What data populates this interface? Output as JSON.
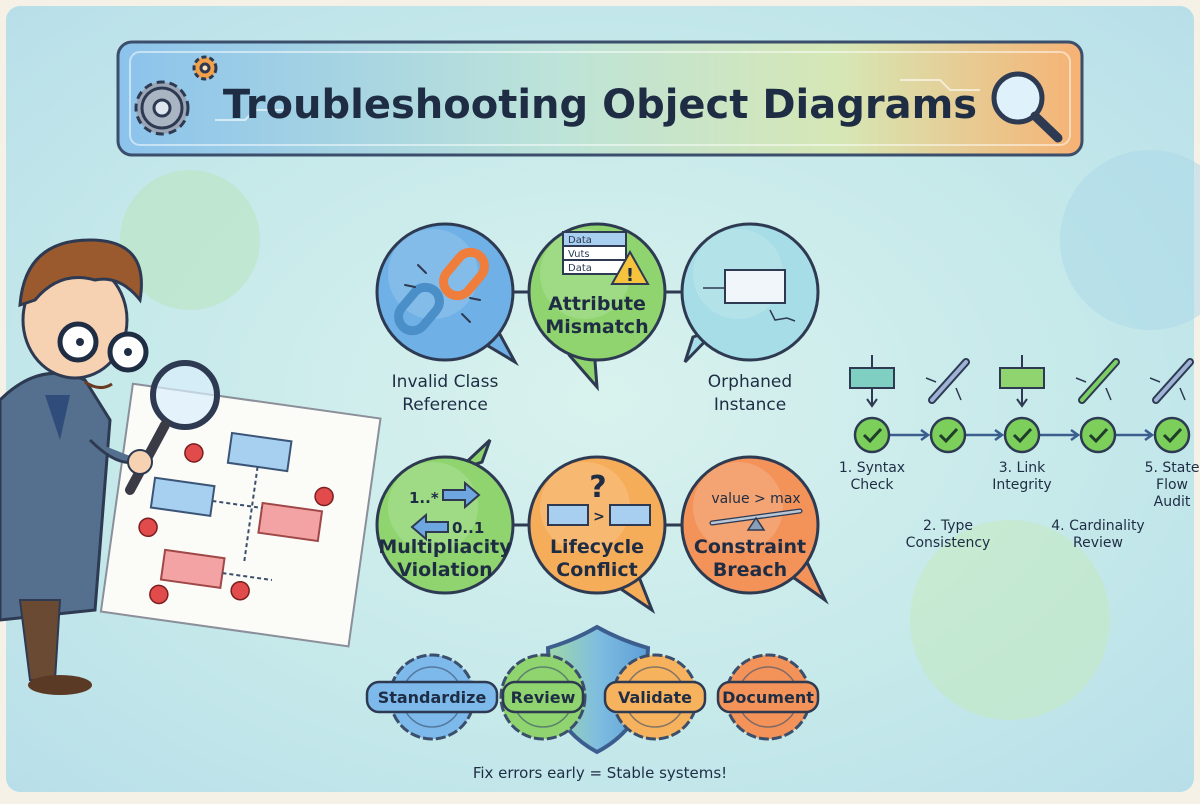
{
  "title": "Troubleshooting Object Diagrams",
  "colors": {
    "blue": "#6fb1e6",
    "green": "#8fd46f",
    "teal": "#9fd6e0",
    "orange": "#f6ad5a",
    "deep_orange": "#f08a4b",
    "ink": "#1f2d44"
  },
  "errors": [
    {
      "label_line1": "Invalid Class",
      "label_line2": "Reference",
      "icon": "broken-chain-icon",
      "color": "#6fb1e6"
    },
    {
      "label_line1": "Attribute",
      "label_line2": "Mismatch",
      "icon": "data-table-warning-icon",
      "color": "#8fd46f",
      "table_rows": [
        "Data",
        "Vuts",
        "Data"
      ]
    },
    {
      "label_line1": "Orphaned",
      "label_line2": "Instance",
      "icon": "detached-box-icon",
      "color": "#a7dde6"
    },
    {
      "label_line1": "Multipliacity",
      "label_line2": "Violation",
      "icon": "multiplicity-arrows-icon",
      "color": "#8fd46f",
      "mult_a": "1..*",
      "mult_b": "0..1"
    },
    {
      "label_line1": "Lifecycle",
      "label_line2": "Conflict",
      "icon": "question-boxes-icon",
      "color": "#f6ad5a",
      "symbol": "?"
    },
    {
      "label_line1": "Constraint",
      "label_line2": "Breach",
      "icon": "balance-icon",
      "color": "#f3935a",
      "expr": "value > max"
    }
  ],
  "steps": [
    {
      "line1": "1. Syntax",
      "line2": "Check",
      "icon": "box-arrow-icon"
    },
    {
      "line1": "2. Type",
      "line2": "Consistency",
      "icon": "pen-link-icon"
    },
    {
      "line1": "3. Link",
      "line2": "Integrity",
      "icon": "box-arrow-icon"
    },
    {
      "line1": "4. Cardinality",
      "line2": "Review",
      "icon": "marker-icon"
    },
    {
      "line1": "5. State",
      "line2": "Flow",
      "line3": "Audit",
      "icon": "pencil-sparkle-icon"
    }
  ],
  "badges": [
    {
      "label": "Standardize",
      "color": "#7db9ea"
    },
    {
      "label": "Review",
      "color": "#8fd46f"
    },
    {
      "label": "Validate",
      "color": "#f7b25e"
    },
    {
      "label": "Document",
      "color": "#f3935a"
    }
  ],
  "footer": "Fix errors early = Stable systems!"
}
